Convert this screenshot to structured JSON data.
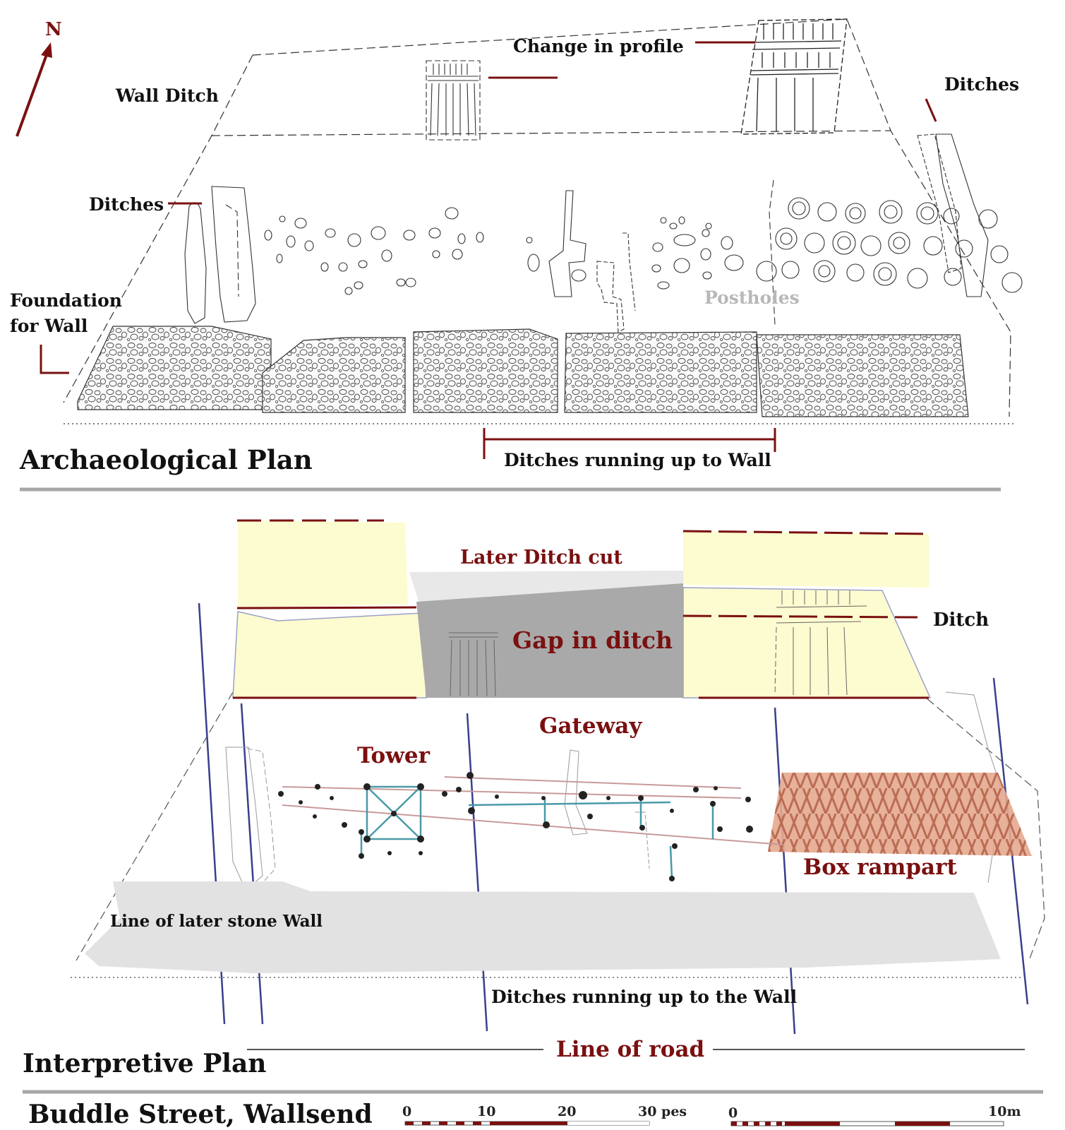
{
  "north": "N",
  "plan1": {
    "title": "Archaeological Plan",
    "labels": {
      "wall_ditch": "Wall Ditch",
      "change_profile": "Change in profile",
      "ditches_right": "Ditches",
      "ditches_left": "Ditches",
      "foundation_1": "Foundation",
      "foundation_2": "for Wall",
      "postholes": "Postholes",
      "ditches_running": "Ditches running up to Wall"
    }
  },
  "plan2": {
    "title": "Interpretive Plan",
    "labels": {
      "later_ditch": "Later Ditch cut",
      "gap": "Gap in ditch",
      "ditch": "Ditch",
      "gateway": "Gateway",
      "tower": "Tower",
      "box_rampart": "Box rampart",
      "stone_wall": "Line of later stone Wall",
      "ditches_running": "Ditches running up to the Wall",
      "road": "Line of road"
    }
  },
  "footer": {
    "site": "Buddle Street, Wallsend",
    "scale_pes": [
      "0",
      "10",
      "20",
      "30 pes"
    ],
    "scale_m": [
      "0",
      "10m"
    ]
  },
  "colors": {
    "accent_red": "#7a1010",
    "yellow": "#fdfbd0",
    "gap_grey": "#a9a9a9",
    "wall_grey": "#e2e2e2",
    "rampart": "#e2a08a",
    "blue_line": "#3a3f8c",
    "teal": "#4a9aa8"
  }
}
